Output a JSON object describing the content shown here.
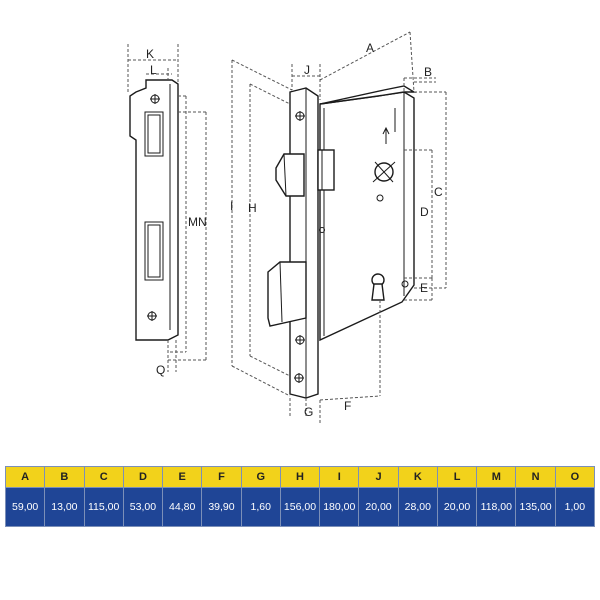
{
  "diagram": {
    "labels": [
      "K",
      "L",
      "A",
      "J",
      "B",
      "MN",
      "I",
      "H",
      "C",
      "D",
      "E",
      "Q",
      "G",
      "F"
    ]
  },
  "colors": {
    "header_bg": "#f2d21b",
    "value_bg": "#1f4596",
    "header_text": "#222222",
    "value_text": "#ffffff"
  },
  "table": {
    "headers": [
      "A",
      "B",
      "C",
      "D",
      "E",
      "F",
      "G",
      "H",
      "I",
      "J",
      "K",
      "L",
      "M",
      "N",
      "O"
    ],
    "values": [
      "59,00",
      "13,00",
      "115,00",
      "53,00",
      "44,80",
      "39,90",
      "1,60",
      "156,00",
      "180,00",
      "20,00",
      "28,00",
      "20,00",
      "118,00",
      "135,00",
      "1,00"
    ]
  }
}
